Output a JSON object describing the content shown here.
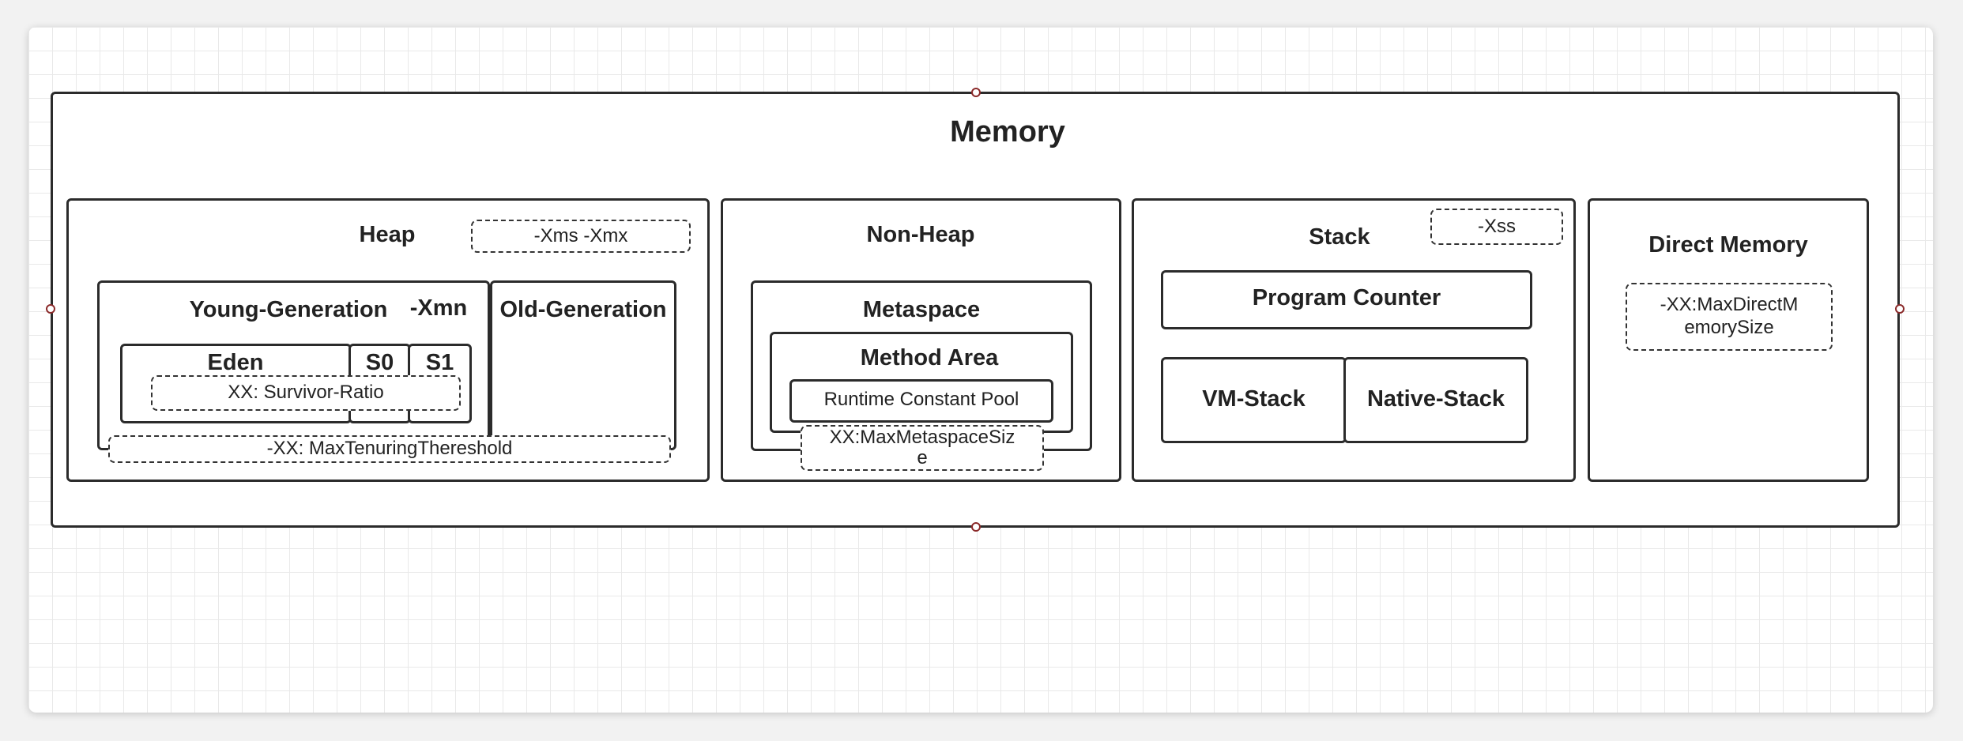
{
  "diagram": {
    "title": "Memory",
    "heap": {
      "title": "Heap",
      "opts": "-Xms  -Xmx",
      "young": "Young-Generation",
      "xmn": "-Xmn",
      "eden": "Eden",
      "s0": "S0",
      "s1": "S1",
      "survivor_ratio": "XX:  Survivor-Ratio",
      "old": "Old-Generation",
      "tenuring": "-XX:  MaxTenuringThereshold"
    },
    "non_heap": {
      "title": "Non-Heap",
      "metaspace": "Metaspace",
      "method_area": "Method Area",
      "runtime_pool": "Runtime Constant Pool",
      "max_metaspace": "XX:MaxMetaspaceSize"
    },
    "stack": {
      "title": "Stack",
      "xss": "-Xss",
      "program_counter": "Program Counter",
      "vm_stack": "VM-Stack",
      "native_stack": "Native-Stack"
    },
    "direct": {
      "title": "Direct Memory",
      "max_direct": "-XX:MaxDirectMemorySize"
    }
  }
}
